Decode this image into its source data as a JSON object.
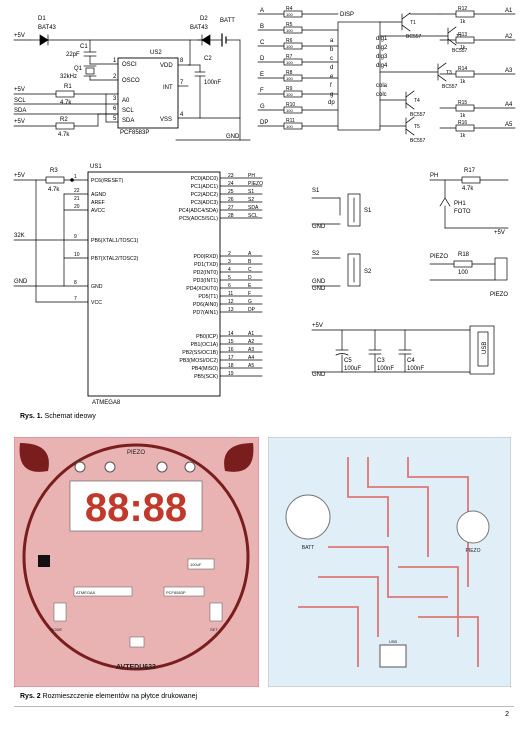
{
  "fig1": {
    "num": "Rys. 1.",
    "title": "Schemat ideowy"
  },
  "fig2": {
    "num": "Rys. 2",
    "title": "Rozmieszczenie elementów na płytce drukowanej"
  },
  "page_number": "2",
  "supply": {
    "plus5": "+5V",
    "gnd": "GND"
  },
  "us2": {
    "ref": "US2",
    "part": "PCF8583P",
    "pins": [
      "OSCI",
      "OSCO",
      "A0",
      "SCL",
      "SDA",
      "VDD",
      "INT",
      "VSS"
    ],
    "pinnums": [
      "1",
      "2",
      "3",
      "6",
      "5",
      "8",
      "7",
      "4"
    ]
  },
  "d1": {
    "ref": "D1",
    "part": "BAT43"
  },
  "d2": {
    "ref": "D2",
    "part": "BAT43"
  },
  "batt": "BATT",
  "c1": {
    "ref": "C1",
    "val": "22pF"
  },
  "c2": {
    "ref": "C2",
    "val": "100nF"
  },
  "q1": {
    "ref": "Q1",
    "val": "32kHz"
  },
  "r1": {
    "ref": "R1",
    "val": "4.7k"
  },
  "r2": {
    "ref": "R2",
    "val": "4.7k"
  },
  "nets": {
    "scl": "SCL",
    "sda": "SDA",
    "k32": "32K",
    "ph": "PH",
    "piezo": "PIEZO",
    "s1": "S1",
    "s2": "S2"
  },
  "disp": {
    "ref": "DISP",
    "segs": [
      "a",
      "b",
      "c",
      "d",
      "e",
      "f",
      "g",
      "dp"
    ],
    "digs": [
      "dig1",
      "dig2",
      "dig3",
      "dig4",
      "cola",
      "colc"
    ]
  },
  "seg_res": [
    {
      "ref": "R4",
      "val": "100",
      "net": "A"
    },
    {
      "ref": "R5",
      "val": "100",
      "net": "B"
    },
    {
      "ref": "R6",
      "val": "100",
      "net": "C"
    },
    {
      "ref": "R7",
      "val": "100",
      "net": "D"
    },
    {
      "ref": "R8",
      "val": "100",
      "net": "E"
    },
    {
      "ref": "R9",
      "val": "100",
      "net": "F"
    },
    {
      "ref": "R10",
      "val": "100",
      "net": "G"
    },
    {
      "ref": "R11",
      "val": "100",
      "net": "DP"
    }
  ],
  "transistors": [
    {
      "ref": "T1",
      "part": "BC557"
    },
    {
      "ref": "T2",
      "part": "BC557"
    },
    {
      "ref": "T3",
      "part": "BC557"
    },
    {
      "ref": "T4",
      "part": "BC557"
    },
    {
      "ref": "T5",
      "part": "BC557"
    }
  ],
  "base_res": [
    {
      "ref": "R12",
      "val": "1k",
      "net": "A1"
    },
    {
      "ref": "R13",
      "val": "1k",
      "net": "A2"
    },
    {
      "ref": "R14",
      "val": "1k",
      "net": "A3"
    },
    {
      "ref": "R15",
      "val": "1k",
      "net": "A4"
    },
    {
      "ref": "R16",
      "val": "1k",
      "net": "A5"
    }
  ],
  "us1": {
    "ref": "US1",
    "part": "ATMEGA8",
    "left": [
      {
        "n": "1",
        "l": "PC6(/RESET)"
      },
      {
        "n": "22",
        "l": "AGND"
      },
      {
        "n": "21",
        "l": "AREF"
      },
      {
        "n": "20",
        "l": "AVCC"
      },
      {
        "n": "9",
        "l": "PB6(XTAL1/TOSC1)"
      },
      {
        "n": "10",
        "l": "PB7(XTAL2/TOSC2)"
      },
      {
        "n": "8",
        "l": "GND"
      },
      {
        "n": "7",
        "l": "VCC"
      }
    ],
    "right": [
      {
        "n": "23",
        "l": "PC0(ADC0)",
        "net": "PH"
      },
      {
        "n": "24",
        "l": "PC1(ADC1)",
        "net": "PIEZO"
      },
      {
        "n": "25",
        "l": "PC2(ADC2)",
        "net": "S1"
      },
      {
        "n": "26",
        "l": "PC3(ADC3)",
        "net": "S2"
      },
      {
        "n": "27",
        "l": "PC4(ADC4/SDA)",
        "net": "SDA"
      },
      {
        "n": "28",
        "l": "PC5(ADC5/SCL)",
        "net": "SCL"
      },
      {
        "n": "2",
        "l": "PD0(RXD)",
        "net": "A"
      },
      {
        "n": "3",
        "l": "PD1(TXD)",
        "net": "B"
      },
      {
        "n": "4",
        "l": "PD2(INT0)",
        "net": "C"
      },
      {
        "n": "5",
        "l": "PD3(INT1)",
        "net": "D"
      },
      {
        "n": "6",
        "l": "PD4(XCK/T0)",
        "net": "E"
      },
      {
        "n": "11",
        "l": "PD5(T1)",
        "net": "F"
      },
      {
        "n": "12",
        "l": "PD6(AIN0)",
        "net": "G"
      },
      {
        "n": "13",
        "l": "PD7(AIN1)",
        "net": "DP"
      },
      {
        "n": "14",
        "l": "PB0(ICP)",
        "net": "A1"
      },
      {
        "n": "15",
        "l": "PB1(OC1A)",
        "net": "A2"
      },
      {
        "n": "16",
        "l": "PB2(SS/OC1B)",
        "net": "A3"
      },
      {
        "n": "17",
        "l": "PB3(MOSI/OC2)",
        "net": "A4"
      },
      {
        "n": "18",
        "l": "PB4(MISO)",
        "net": "A5"
      },
      {
        "n": "19",
        "l": "PB5(SCK)",
        "net": ""
      }
    ]
  },
  "r3": {
    "ref": "R3",
    "val": "4.7k"
  },
  "r17": {
    "ref": "R17",
    "val": "4.7k"
  },
  "r18": {
    "ref": "R18",
    "val": "100"
  },
  "ph1": {
    "ref": "PH1",
    "val": "FOTO"
  },
  "caps": [
    {
      "ref": "C5",
      "val": "100uF"
    },
    {
      "ref": "C3",
      "val": "100nF"
    },
    {
      "ref": "C4",
      "val": "100nF"
    }
  ],
  "usb": "USB",
  "pcb": {
    "title": "AVTEDU633",
    "digits": "88:88",
    "batt": "BATT",
    "piezo": "PIEZO",
    "usb": "USB",
    "mode": "MODE",
    "set": "SET",
    "us1": "ATMEGA8",
    "us2": "PCF8583P",
    "res_label": "100uF"
  },
  "colors": {
    "pcb_top": "#e9b3b3",
    "pcb_dark": "#7a1d1d",
    "pcb_bottom": "#dfeef7",
    "trace": "#d77",
    "display": "#c0392b"
  }
}
